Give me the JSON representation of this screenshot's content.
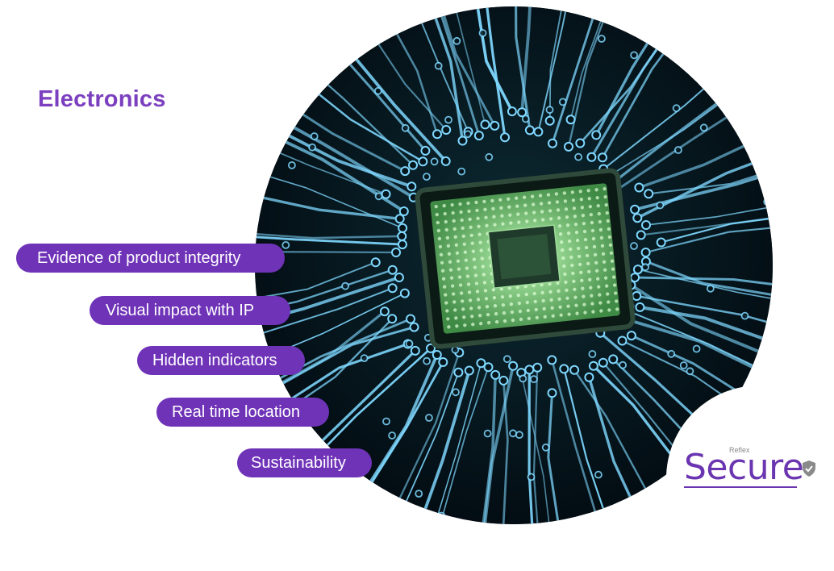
{
  "title": "Electronics",
  "features": [
    "Evidence of product integrity",
    "Visual impact with IP",
    "Hidden indicators",
    "Real time location",
    "Sustainability"
  ],
  "logo": {
    "small_text": "Reflex",
    "word": "Secure",
    "icon": "shield-check-icon"
  },
  "colors": {
    "accent": "#6f33b8",
    "title": "#7b3fbf",
    "circuit_trace": "#7fd8ff",
    "chip_glow": "#8fe89a"
  }
}
